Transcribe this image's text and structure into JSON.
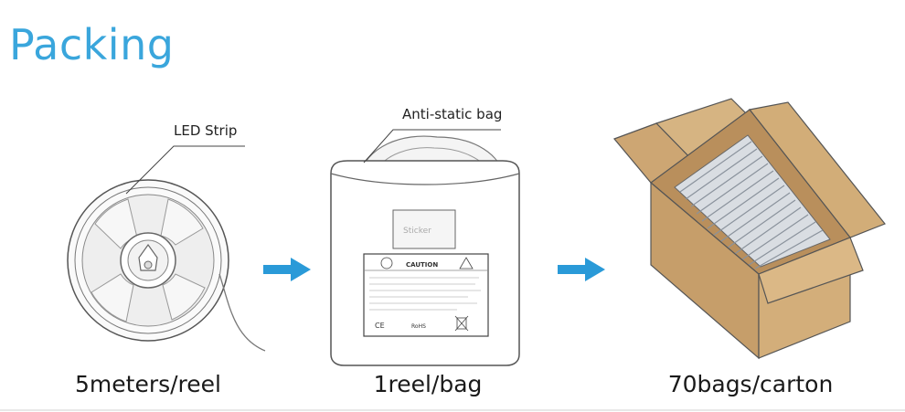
{
  "page": {
    "title": "Packing",
    "title_color": "#3aa6dc",
    "arrow_color": "#2a9ad8",
    "carton_color": "#c9a472"
  },
  "steps": [
    {
      "icon": "led-reel-icon",
      "callout": "LED Strip",
      "caption": "5meters/reel"
    },
    {
      "icon": "anti-static-bag-icon",
      "callout": "Anti-static bag",
      "caption": "1reel/bag",
      "sticker_label": "Sticker",
      "caution_label": "CAUTION",
      "ce_mark": "CE",
      "rohs_mark": "RoHS"
    },
    {
      "icon": "carton-box-icon",
      "caption": "70bags/carton"
    }
  ]
}
